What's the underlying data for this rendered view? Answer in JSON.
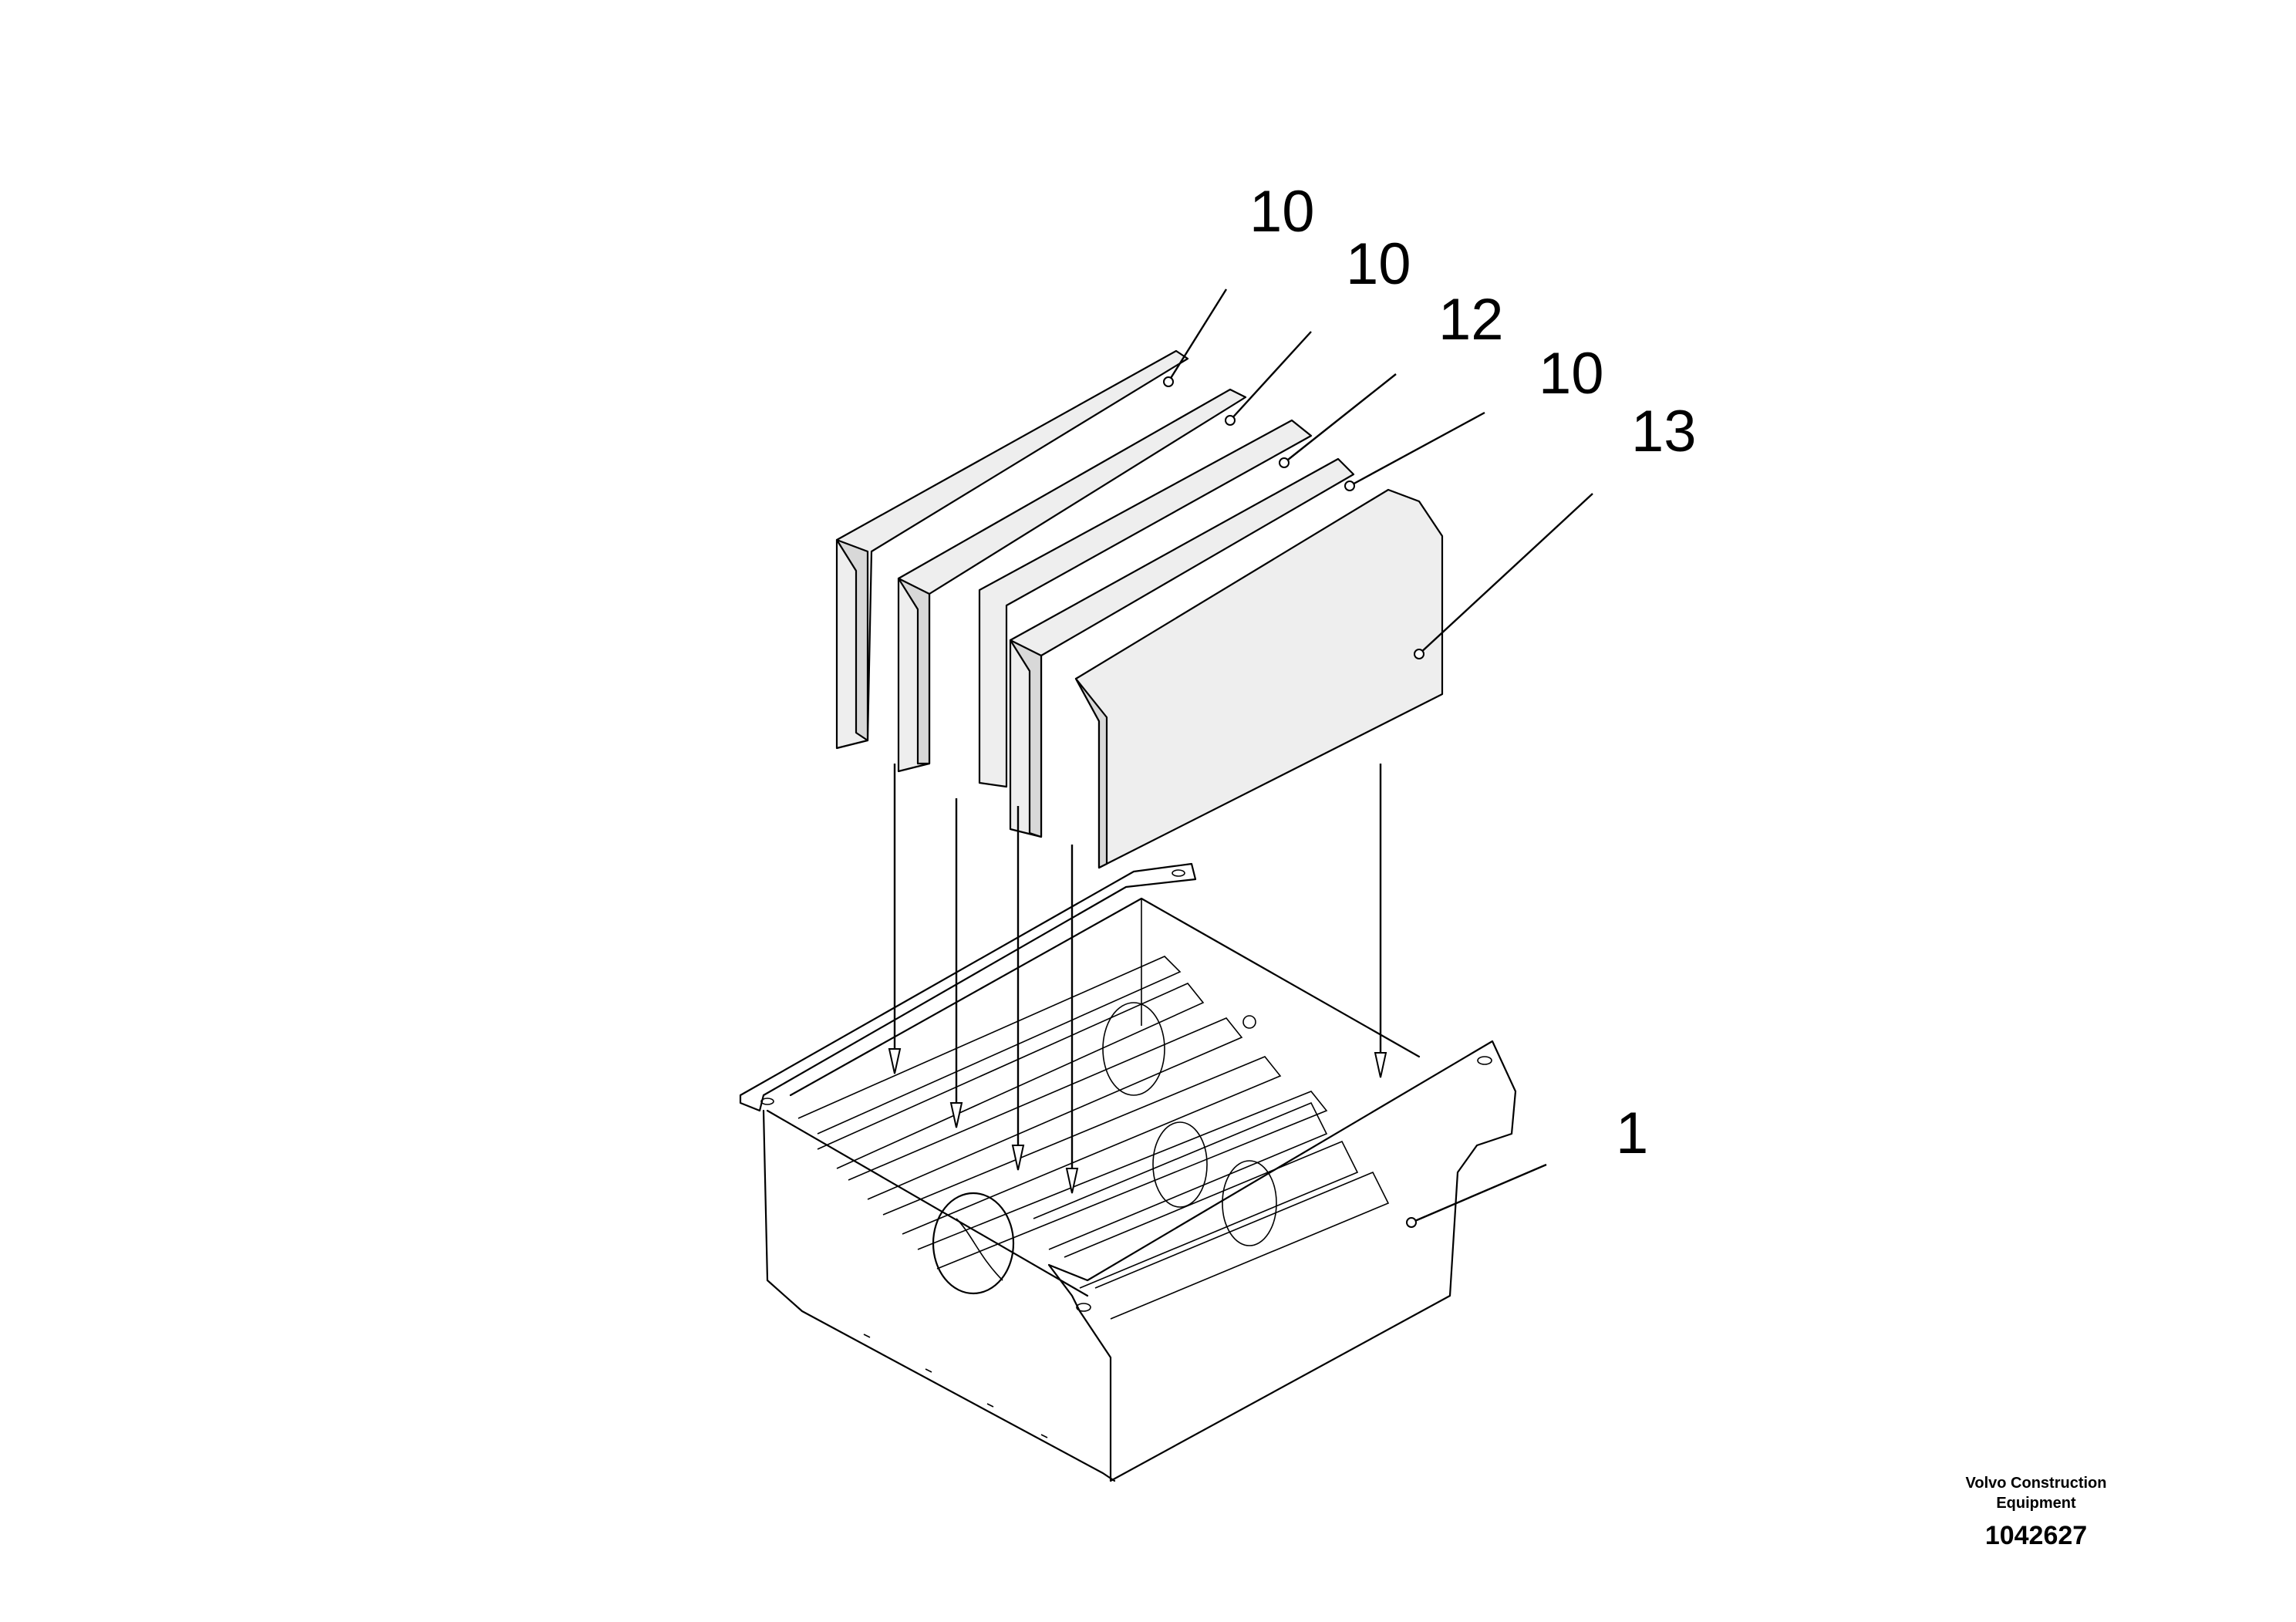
{
  "callouts": [
    {
      "id": "a",
      "label": "10"
    },
    {
      "id": "b",
      "label": "10"
    },
    {
      "id": "c",
      "label": "12"
    },
    {
      "id": "d",
      "label": "10"
    },
    {
      "id": "e",
      "label": "13"
    },
    {
      "id": "f",
      "label": "1"
    }
  ],
  "footer": {
    "brand_line1": "Volvo Construction",
    "brand_line2": "Equipment",
    "doc_number": "1042627"
  }
}
